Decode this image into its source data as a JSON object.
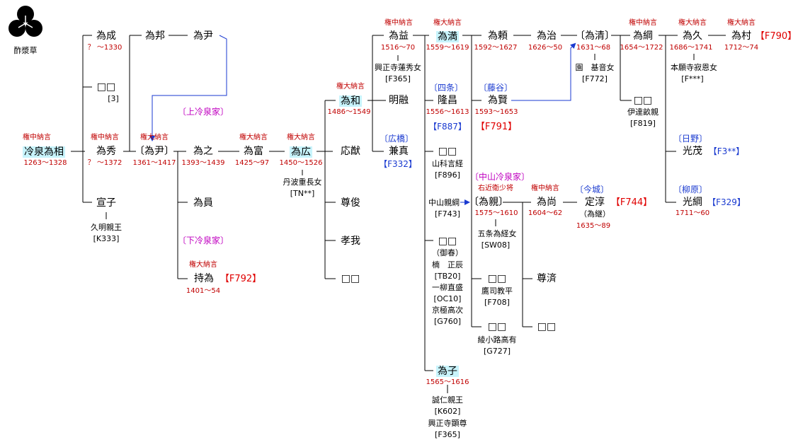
{
  "crest": {
    "icon": "family-crest-icon",
    "label": "酢漿草"
  },
  "colors": {
    "highlight": "#c8f4fc",
    "red": "#c00000",
    "blue": "#1a3ad0",
    "magenta": "#c000c0",
    "arrow": "#1a3ad0"
  },
  "people": {
    "tamesuke": {
      "rank": "権中納言",
      "name": "冷泉為相",
      "dates": "1263～1328"
    },
    "tamehide": {
      "rank": "権中納言",
      "name": "為秀",
      "dates": "？ ～1372"
    },
    "tamenari": {
      "name": "為成",
      "dates": "？ ～1330"
    },
    "unknown3": {
      "name": "□□",
      "note": "[3]"
    },
    "senshi": {
      "name": "宣子",
      "spouse": "久明親王",
      "spouse_ref": "[K333]"
    },
    "tamekuni": {
      "name": "為邦"
    },
    "tamemasa_b": {
      "name": "為尹"
    },
    "tamemasa": {
      "rank": "権大納言",
      "name": "〔為尹〕",
      "dates": "1361～1417"
    },
    "tameyuki": {
      "name": "為之",
      "dates": "1393～1439"
    },
    "tamekazu": {
      "name": "為員"
    },
    "mochitame": {
      "rank": "権大納言",
      "name": "持為",
      "ref": "【F792】",
      "dates": "1401～54"
    },
    "tametomi": {
      "rank": "権大納言",
      "name": "為富",
      "dates": "1425～97"
    },
    "tamehiro": {
      "rank": "権大納言",
      "name": "為広",
      "dates": "1450～1526",
      "spouse": "丹波重長女",
      "spouse_ref": "[TN**]"
    },
    "tamekazu2": {
      "rank": "権大納言",
      "name": "為和",
      "dates": "1486～1549"
    },
    "okan": {
      "name": "応猷"
    },
    "sonshun": {
      "name": "尊俊"
    },
    "koga": {
      "name": "孝我"
    },
    "unknown_h": {
      "name": "□□"
    },
    "tamemasu": {
      "rank": "権中納言",
      "name": "為益",
      "dates": "1516～70",
      "spouse": "興正寺蓮秀女",
      "spouse_ref": "[F365]"
    },
    "meiyu": {
      "name": "明融"
    },
    "kanezane": {
      "branch": "〔広橋〕",
      "name": "兼真",
      "ref": "【F332】"
    },
    "tamemitsu": {
      "rank": "権大納言",
      "name": "為満",
      "dates": "1559～1619"
    },
    "takamasa": {
      "branch": "〔四条〕",
      "name": "隆昌",
      "dates": "1556～1613",
      "ref": "【F887】"
    },
    "yamashina": {
      "name": "□□",
      "spouse": "山科言経",
      "spouse_ref": "[F896]"
    },
    "nakayama": {
      "name": "中山親綱",
      "ref": "[F743]"
    },
    "gyoshun": {
      "name": "□□",
      "note": "（御春）",
      "spouse": "楠　正辰",
      "spouse_ref": "[TB20]",
      "spouse2": "一柳直盛",
      "spouse2_ref": "[OC10]",
      "spouse3": "京極高次",
      "spouse3_ref": "[G760]"
    },
    "tamako": {
      "name": "為子",
      "dates": "1565～1616",
      "spouse": "誠仁親王",
      "spouse_ref": "[K602]",
      "spouse2": "興正寺顕尊",
      "spouse2_ref": "[F365]"
    },
    "tameyori": {
      "name": "為頼",
      "dates": "1592～1627"
    },
    "tamekata": {
      "branch": "〔藤谷〕",
      "name": "為賢",
      "ref": "【F791】",
      "dates": "1593～1653"
    },
    "tamechika": {
      "branch": "〔中山冷泉家〕",
      "rank": "右近衛少将",
      "name": "〔為親〕",
      "dates": "1575～1610",
      "spouse": "五条為経女",
      "spouse_ref": "[SW08]"
    },
    "takatsukasa": {
      "name": "□□",
      "spouse": "鷹司教平",
      "spouse_ref": "[F708]"
    },
    "ayanokoji": {
      "name": "□□",
      "spouse": "綾小路高有",
      "spouse_ref": "[G727]"
    },
    "tameharu": {
      "name": "為治",
      "dates": "1626～50"
    },
    "tamehisa_n": {
      "rank": "権中納言",
      "name": "為尚",
      "dates": "1604～62"
    },
    "sonsai": {
      "name": "尊済"
    },
    "unknown_i": {
      "name": "□□"
    },
    "tamekiyo": {
      "name": "〔為清〕",
      "dates": "1631～68",
      "spouse": "園　基音女",
      "spouse_ref": "[F772]"
    },
    "sadakiyo": {
      "branch": "〔今城〕",
      "name": "定淳",
      "ref": "【F744】",
      "dates": "1635～89",
      "alt": "（為継）"
    },
    "tametsuna": {
      "rank": "権中納言",
      "name": "為綱",
      "dates": "1654～1722"
    },
    "date_f": {
      "name": "□□",
      "spouse": "伊達畝親",
      "spouse_ref": "[F819]"
    },
    "tamehisa": {
      "rank": "権大納言",
      "name": "為久",
      "dates": "1686～1741",
      "spouse": "本願寺寂恩女",
      "spouse_ref": "[F***]"
    },
    "mitsushige": {
      "branch": "〔日野〕",
      "name": "光茂",
      "ref": "【F3**】"
    },
    "mitsutsuna": {
      "branch": "〔柳原〕",
      "name": "光綱",
      "ref": "【F329】",
      "dates": "1711～60"
    },
    "tamemura": {
      "rank": "権大納言",
      "name": "為村",
      "ref": "【F790】",
      "dates": "1712～74"
    }
  },
  "branches": {
    "kami": "〔上冷泉家〕",
    "shimo": "〔下冷泉家〕"
  }
}
